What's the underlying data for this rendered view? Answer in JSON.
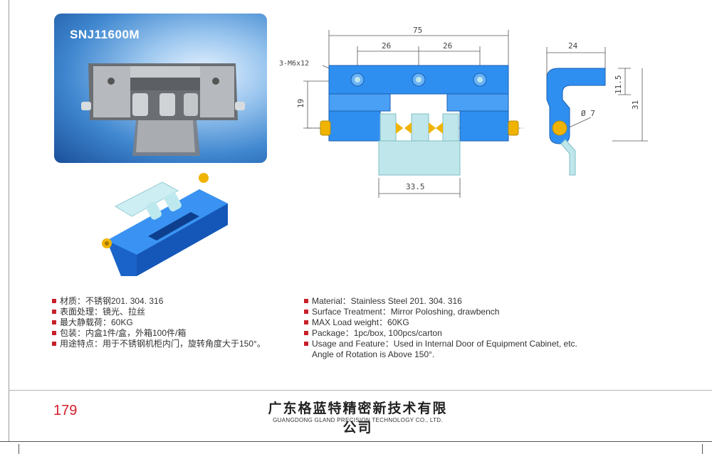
{
  "product": {
    "model": "SNJ11600M"
  },
  "drawing": {
    "dim_total_width": "75",
    "dim_spacing_left": "26",
    "dim_spacing_right": "26",
    "dim_screws": "3-M6x12",
    "dim_height_left": "19",
    "dim_leaf_width": "33.5",
    "dim_side_width": "24",
    "dim_side_top": "11.5",
    "dim_side_total": "31",
    "dim_pin_diameter": "Ø 7"
  },
  "specs_cn": [
    "材质：不锈钢201. 304. 316",
    "表面处理：镜光、拉丝",
    "最大静载荷：60KG",
    "包装：内盒1件/盒，外箱100件/箱",
    "用途特点：用于不锈钢机柜内门，旋转角度大于150°。"
  ],
  "specs_en": [
    "Material：Stainless Steel 201. 304. 316",
    "Surface Treatment：Mirror Poloshing, drawbench",
    "MAX Load weight：60KG",
    "Package：1pc/box,  100pcs/carton",
    "Usage and Feature：Used in Internal Door of Equipment Cabinet, etc."
  ],
  "specs_en_continued": "Angle of Rotation is Above 150°.",
  "footer": {
    "page_number": "179",
    "company_cn": "广东格蓝特精密新技术有限公司",
    "company_en": "GUANGDONG GLAND PRECISION TECHNOLOGY CO., LTD."
  },
  "colors": {
    "accent_red": "#c8202a",
    "drawing_blue": "#2f8ff0",
    "leaf_cyan": "#bfe6ea",
    "pin_gold": "#f0b400"
  }
}
